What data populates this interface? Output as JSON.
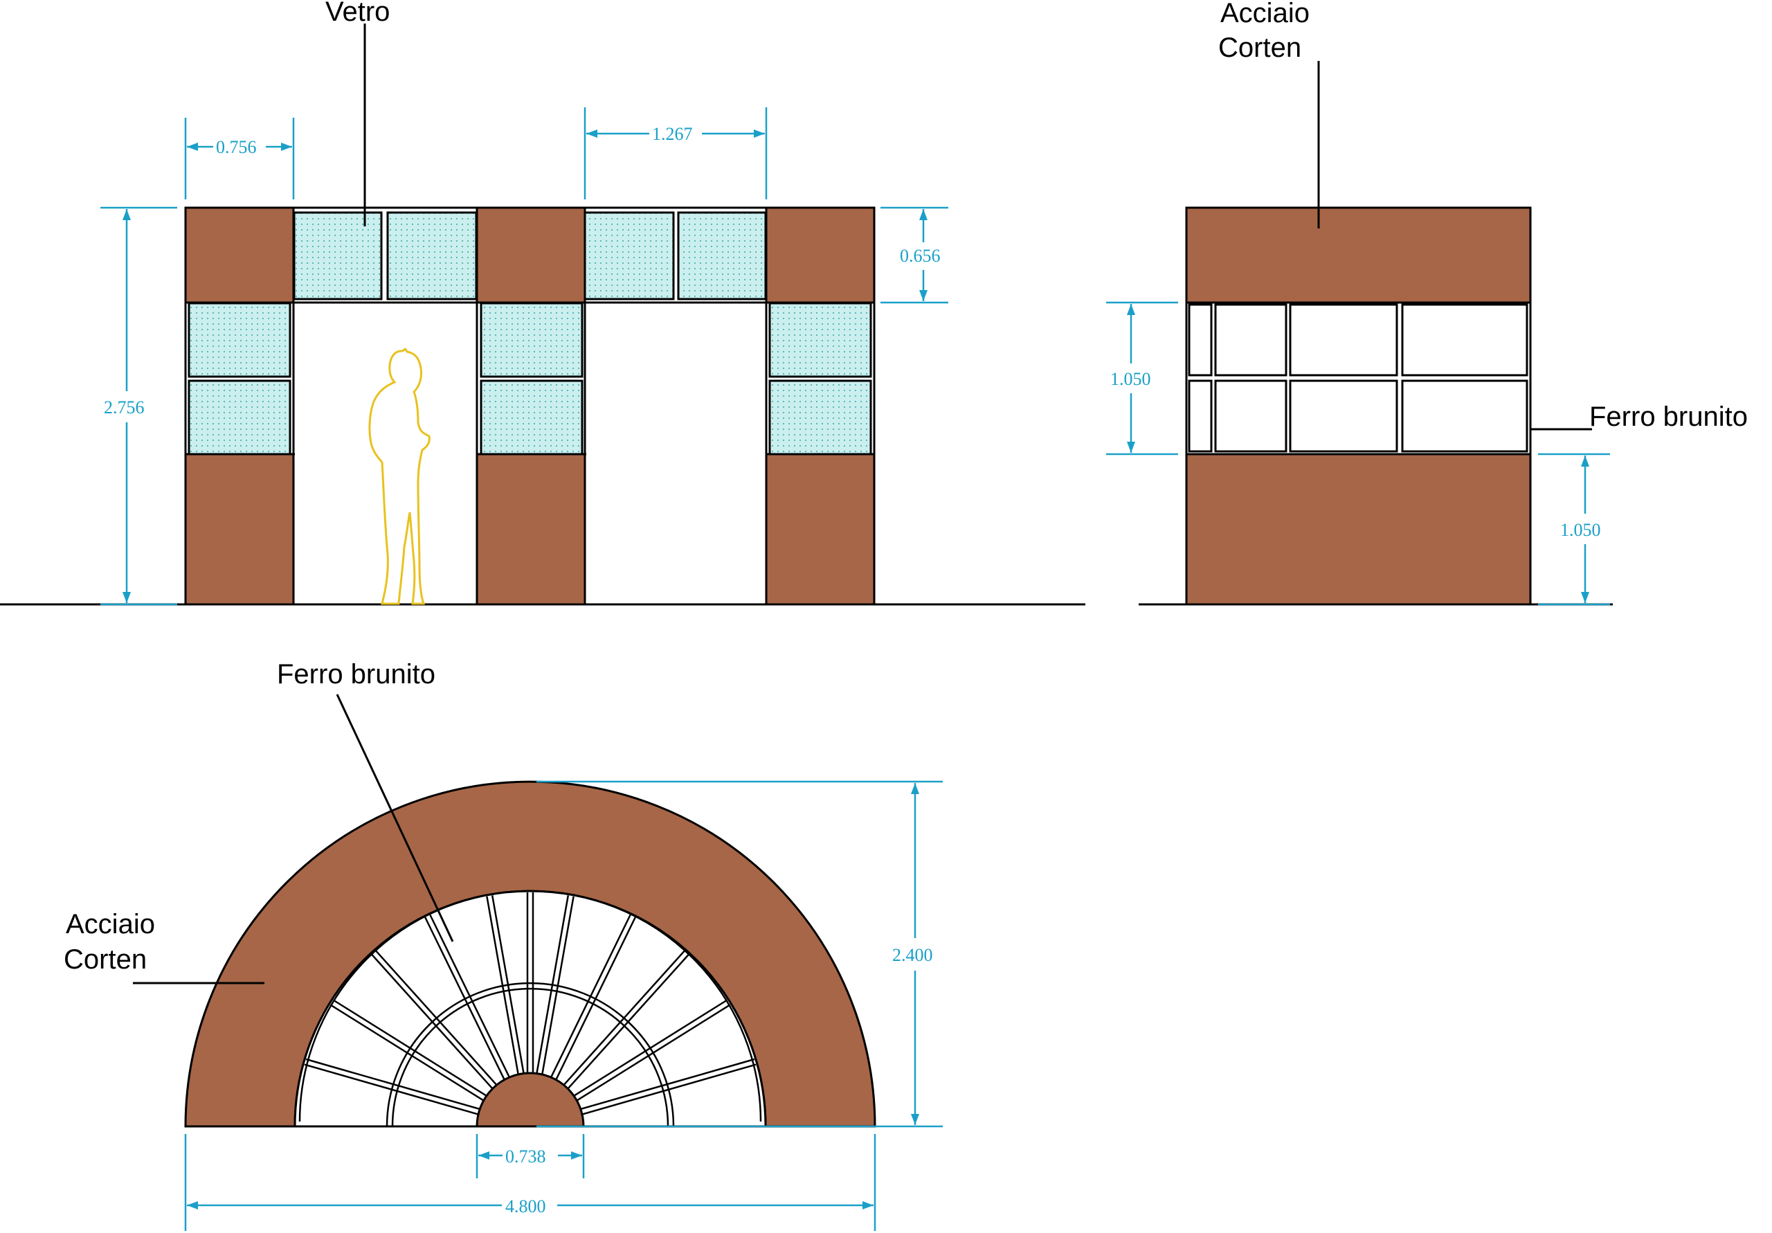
{
  "colors": {
    "corten": "#A66647",
    "glass": "#CBEFEE",
    "glass_dot": "#4FB3B3",
    "dimension": "#1AA0C8",
    "figure": "#E8C21E",
    "ink": "#000000"
  },
  "labels": {
    "vetro": "Vetro",
    "acciaio_corten_side": [
      "Acciaio",
      "Corten"
    ],
    "ferro_brunito_side": "Ferro brunito",
    "ferro_brunito_arch": "Ferro brunito",
    "acciaio_corten_arch": [
      "Acciaio",
      "Corten"
    ]
  },
  "dimensions": {
    "front_module_width": "0.756",
    "front_opening_width": "1.267",
    "front_band_height": "0.656",
    "front_total_height": "2.756",
    "side_window_height": "1.050",
    "side_base_height": "1.050",
    "arch_height": "2.400",
    "arch_inner_span": "0.738",
    "arch_total_width": "4.800"
  }
}
